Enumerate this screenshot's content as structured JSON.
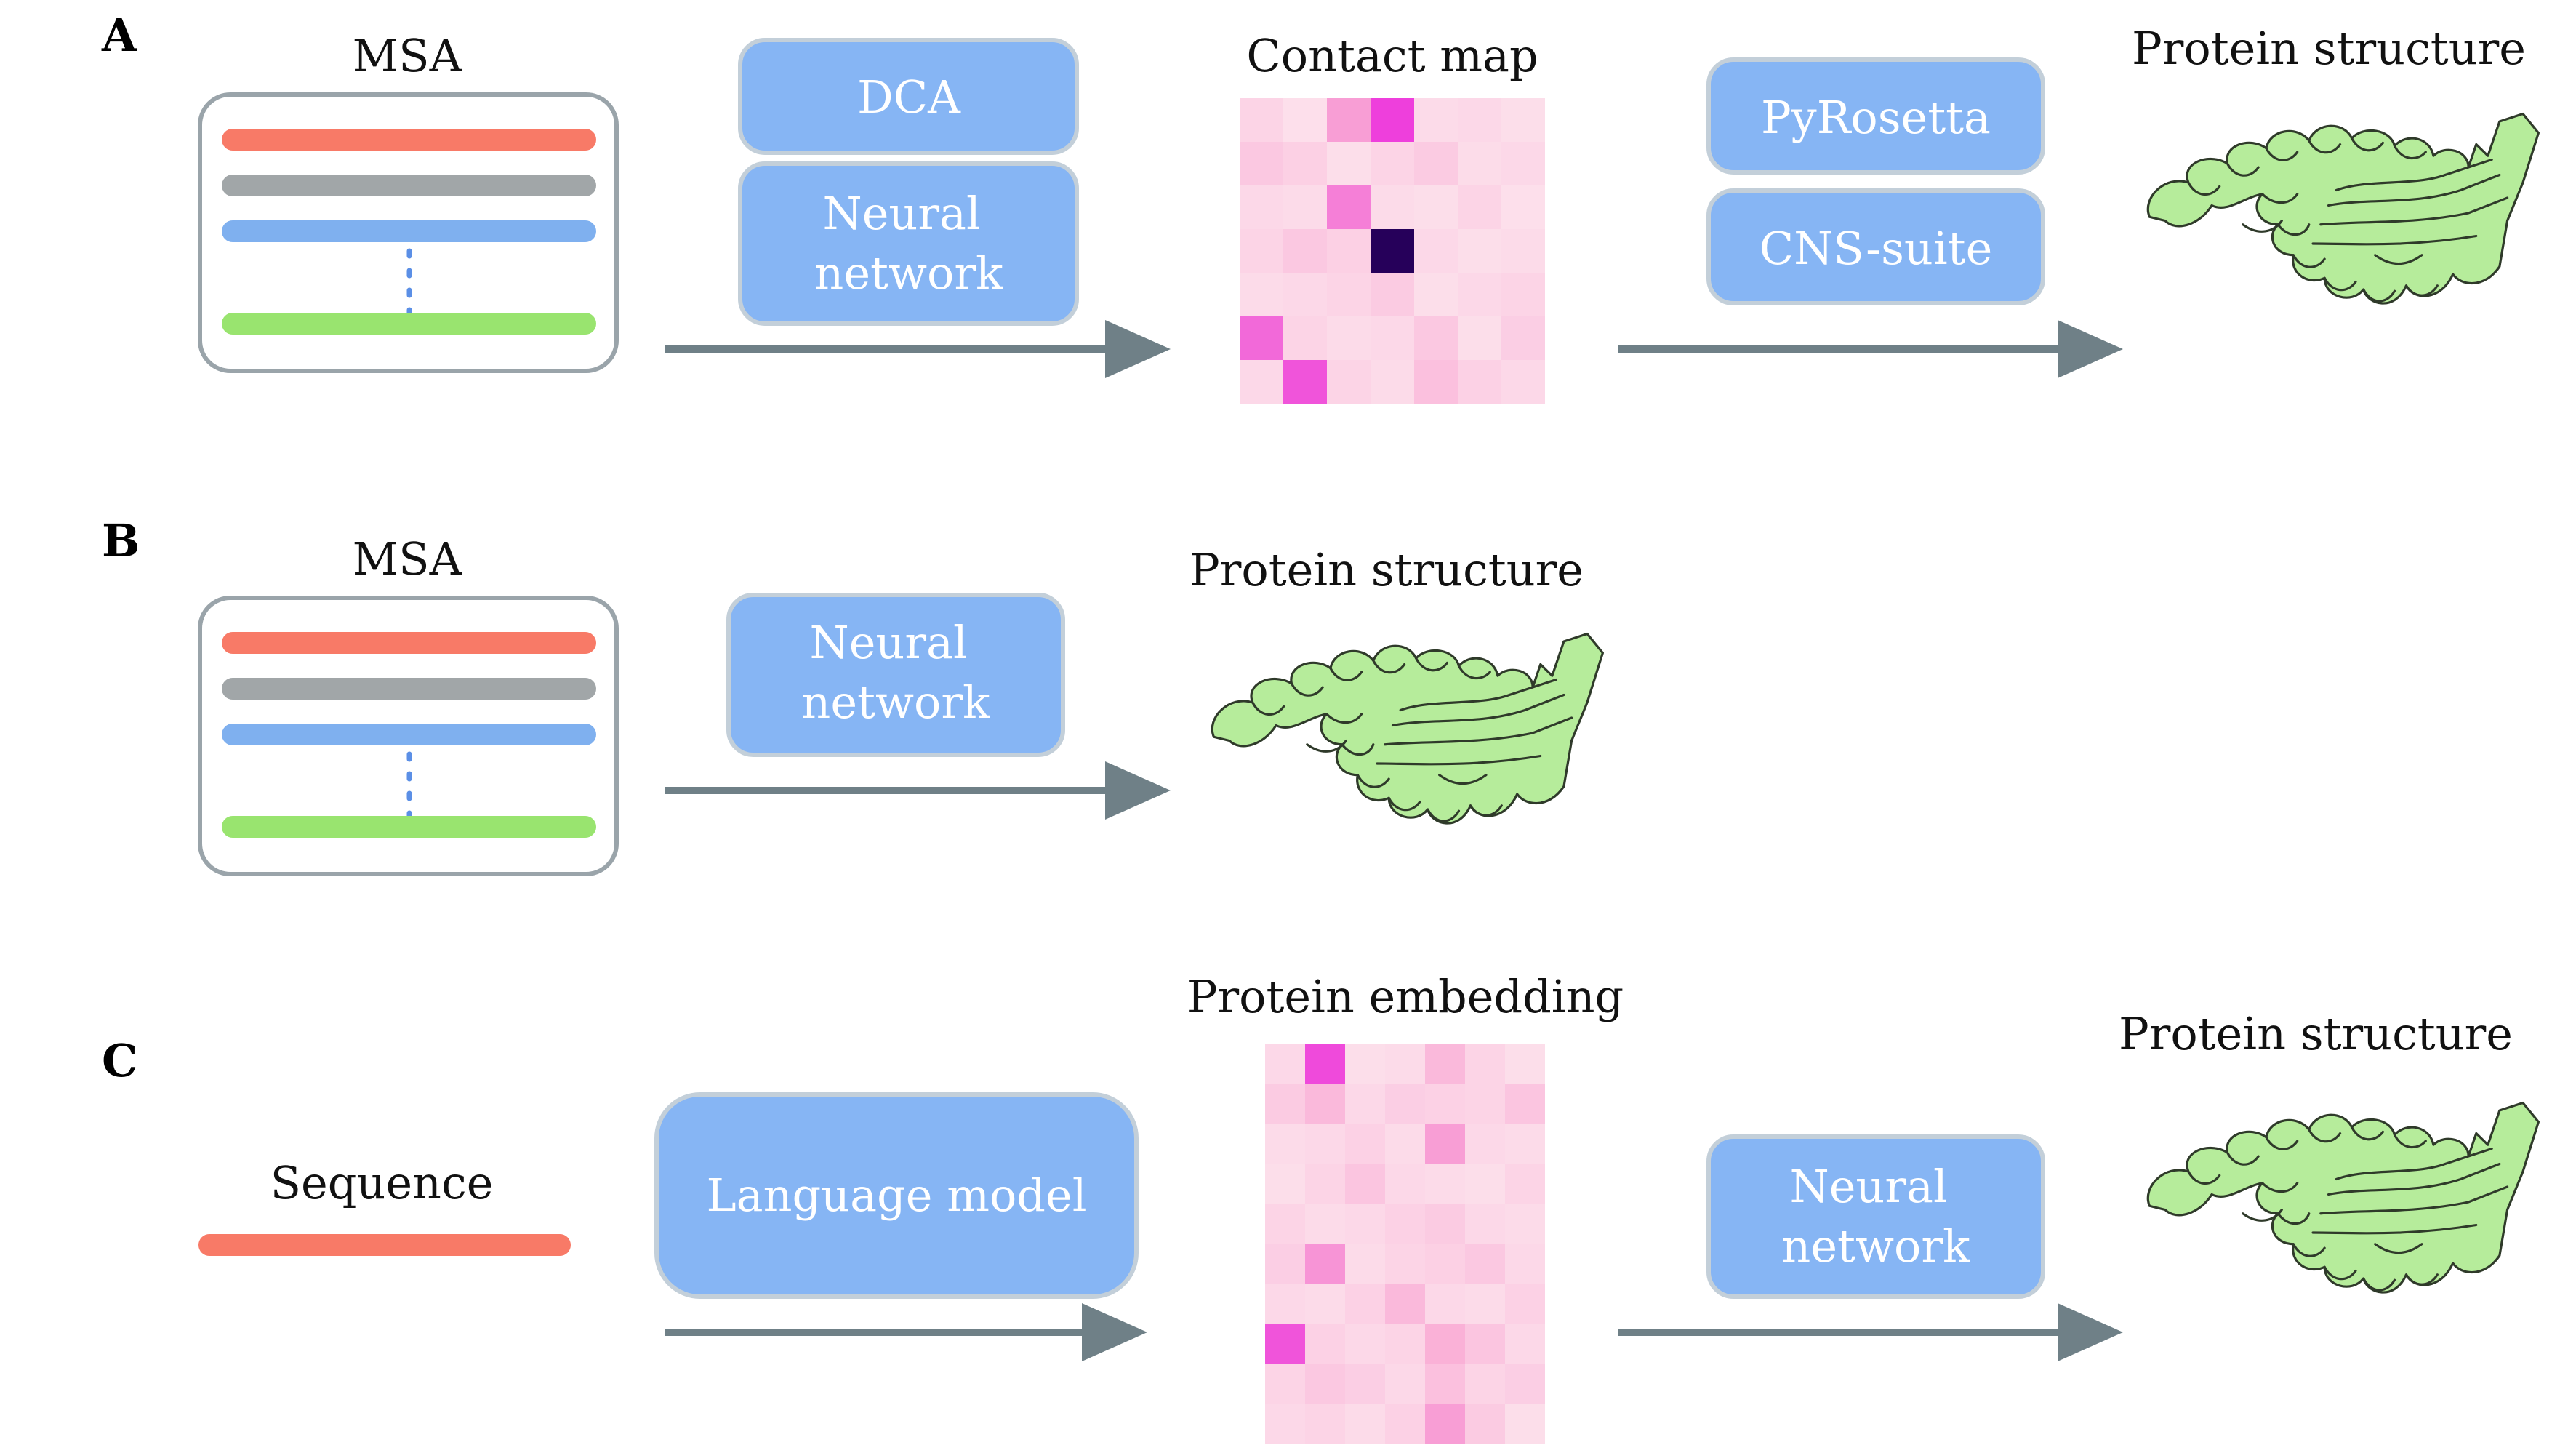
{
  "panels": {
    "a": {
      "letter": "A",
      "msa_title": "MSA",
      "methods_1": [
        "DCA",
        "Neural network"
      ],
      "contact_map_title": "Contact map",
      "methods_2": [
        "PyRosetta",
        "CNS-suite"
      ],
      "structure_title": "Protein structure"
    },
    "b": {
      "letter": "B",
      "msa_title": "MSA",
      "method": "Neural network",
      "structure_title": "Protein structure"
    },
    "c": {
      "letter": "C",
      "sequence_title": "Sequence",
      "method_1": "Language model",
      "embedding_title": "Protein embedding",
      "method_2": "Neural network",
      "structure_title": "Protein structure"
    }
  },
  "colors": {
    "msa_lines": [
      "#f87a67",
      "#a1a6a8",
      "#7fb0ef",
      "#99e46f"
    ],
    "box_fill": "#86b5f4",
    "box_border": "#c3cfd9",
    "arrow": "#6f8087",
    "msa_border": "#9aa4aa",
    "protein": "#b6ec9b",
    "heat_low": "#fde7ee",
    "heat_mid": "#f9a9d4",
    "heat_high": "#ee3fdc",
    "heat_max": "#26005a"
  },
  "icons": [
    "msa-panel",
    "arrow-icon",
    "heatmap-grid",
    "protein-ribbon-icon"
  ],
  "heatmap_a": [
    [
      0.12,
      0.05,
      0.45,
      0.9,
      0.08,
      0.1,
      0.06
    ],
    [
      0.2,
      0.15,
      0.06,
      0.12,
      0.18,
      0.07,
      0.1
    ],
    [
      0.1,
      0.08,
      0.6,
      0.08,
      0.06,
      0.12,
      0.05
    ],
    [
      0.12,
      0.2,
      0.15,
      1.0,
      0.1,
      0.06,
      0.08
    ],
    [
      0.08,
      0.1,
      0.12,
      0.18,
      0.06,
      0.1,
      0.12
    ],
    [
      0.7,
      0.12,
      0.08,
      0.1,
      0.2,
      0.06,
      0.16
    ],
    [
      0.1,
      0.8,
      0.12,
      0.08,
      0.25,
      0.14,
      0.1
    ]
  ],
  "heatmap_c": [
    [
      0.1,
      0.85,
      0.06,
      0.08,
      0.3,
      0.12,
      0.06
    ],
    [
      0.18,
      0.3,
      0.1,
      0.16,
      0.14,
      0.12,
      0.22
    ],
    [
      0.08,
      0.1,
      0.14,
      0.08,
      0.45,
      0.1,
      0.08
    ],
    [
      0.06,
      0.12,
      0.22,
      0.1,
      0.08,
      0.06,
      0.12
    ],
    [
      0.12,
      0.08,
      0.1,
      0.14,
      0.18,
      0.1,
      0.08
    ],
    [
      0.16,
      0.5,
      0.08,
      0.12,
      0.15,
      0.2,
      0.1
    ],
    [
      0.1,
      0.08,
      0.14,
      0.3,
      0.1,
      0.08,
      0.14
    ],
    [
      0.8,
      0.14,
      0.1,
      0.12,
      0.35,
      0.22,
      0.1
    ],
    [
      0.12,
      0.2,
      0.16,
      0.1,
      0.25,
      0.12,
      0.16
    ],
    [
      0.1,
      0.12,
      0.08,
      0.14,
      0.45,
      0.18,
      0.06
    ]
  ]
}
